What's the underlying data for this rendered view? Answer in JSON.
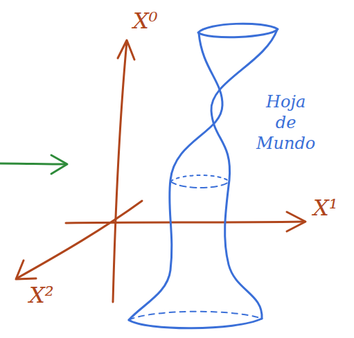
{
  "diagram": {
    "labels": [
      "X⁰",
      "X¹",
      "X²",
      "Hoja de Mundo"
    ]
  }
}
